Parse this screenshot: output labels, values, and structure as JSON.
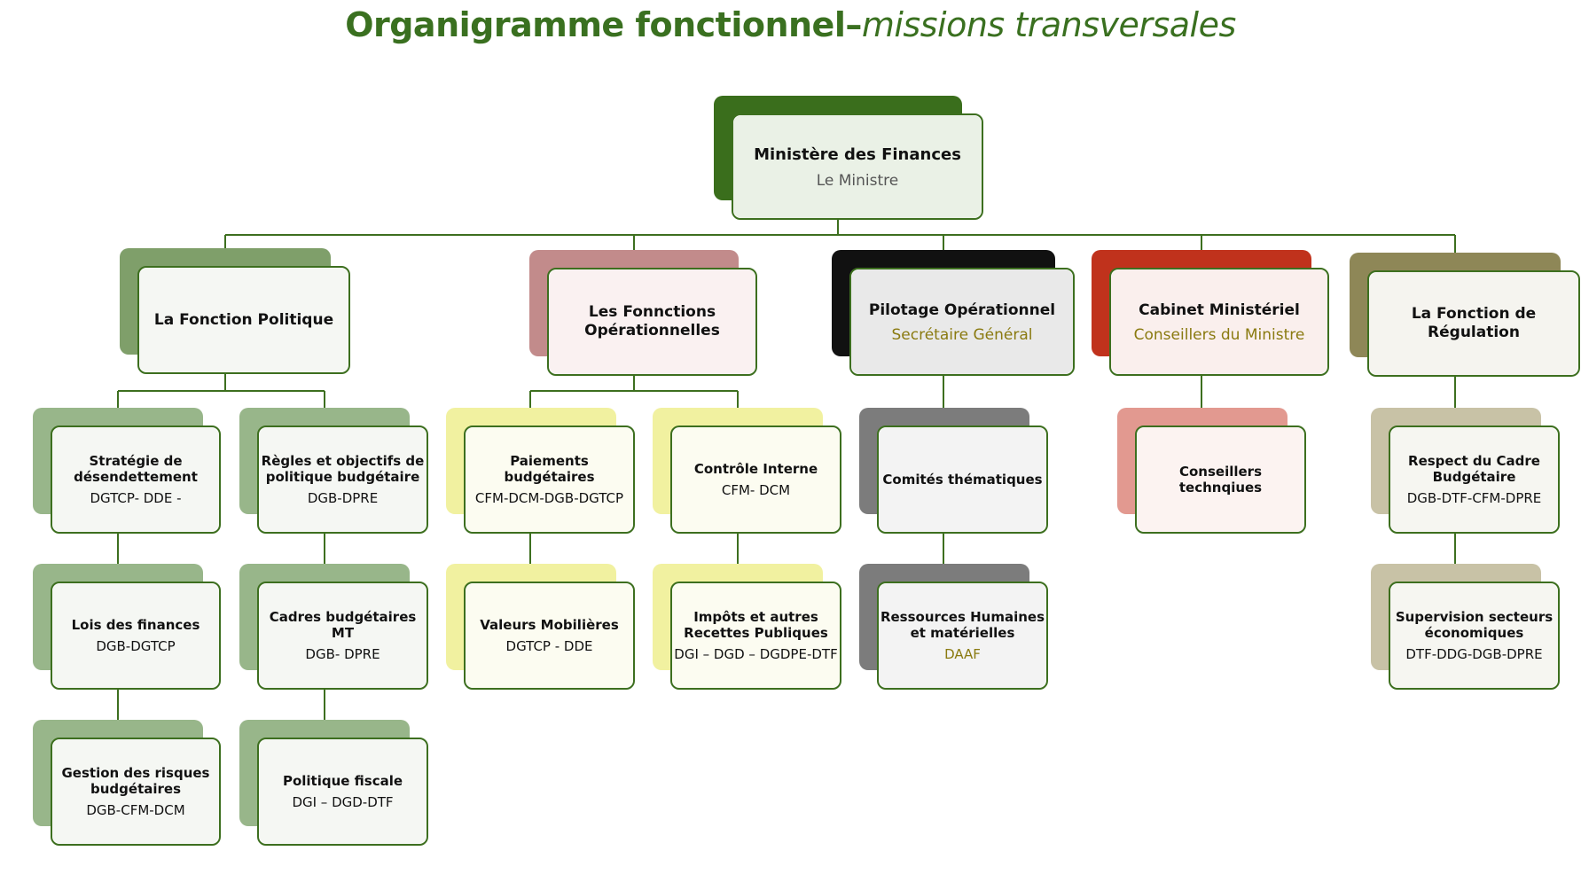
{
  "title": {
    "main": "Organigramme fonctionnel",
    "sep": "–",
    "italic": "missions transversales"
  },
  "root": {
    "title": "Ministère des Finances",
    "sub": "Le Ministre"
  },
  "branches": {
    "politique": {
      "title": "La Fonction Politique"
    },
    "operationnelles": {
      "title": "Les Fonnctions Opérationnelles"
    },
    "pilotage": {
      "title": "Pilotage Opérationnel",
      "sub": "Secrétaire Général"
    },
    "cabinet": {
      "title": "Cabinet Ministériel",
      "sub": "Conseillers du Ministre"
    },
    "regulation": {
      "title": "La Fonction de Régulation"
    }
  },
  "leaves": {
    "strategie": {
      "title": "Stratégie de désendettement",
      "sub": "DGTCP- DDE -"
    },
    "lois": {
      "title": "Lois des finances",
      "sub": "DGB-DGTCP"
    },
    "risques": {
      "title": "Gestion des risques budgétaires",
      "sub": "DGB-CFM-DCM"
    },
    "regles": {
      "title": "Règles et objectifs de politique budgétaire",
      "sub": "DGB-DPRE"
    },
    "cadres": {
      "title": "Cadres budgétaires MT",
      "sub": "DGB- DPRE"
    },
    "fiscale": {
      "title": "Politique fiscale",
      "sub": "DGI – DGD-DTF"
    },
    "paiements": {
      "title": "Paiements budgétaires",
      "sub": "CFM-DCM-DGB-DGTCP"
    },
    "valeurs": {
      "title": "Valeurs Mobilières",
      "sub": "DGTCP - DDE"
    },
    "controle": {
      "title": "Contrôle Interne",
      "sub": "CFM- DCM"
    },
    "impots": {
      "title": "Impôts et autres Recettes Publiques",
      "sub": "DGI – DGD – DGDPE-DTF"
    },
    "comites": {
      "title": "Comités thématiques"
    },
    "rh": {
      "title": "Ressources Humaines et matérielles",
      "sub": "DAAF"
    },
    "conseillers": {
      "title": "Conseillers technqiues"
    },
    "respect": {
      "title": "Respect du Cadre Budgétaire",
      "sub": "DGB-DTF-CFM-DPRE"
    },
    "supervision": {
      "title": "Supervision secteurs économiques",
      "sub": "DTF-DDG-DGB-DPRE"
    }
  },
  "colors": {
    "line": "#3d6f1f",
    "root_back": "#3a6e1c",
    "politique_back": "#7f9f6a",
    "operationnelles_back": "#c28b8b",
    "pilotage_back": "#111111",
    "cabinet_back": "#c0321c",
    "regulation_back": "#8e8757",
    "green_leaf_back": "#98b68a",
    "yellow_leaf_back": "#f1f1a0",
    "grey_leaf_back": "#7c7c7c",
    "pink_leaf_back": "#e29990",
    "tan_leaf_back": "#c8c2a6",
    "sub_gold": "#8a7a10"
  }
}
